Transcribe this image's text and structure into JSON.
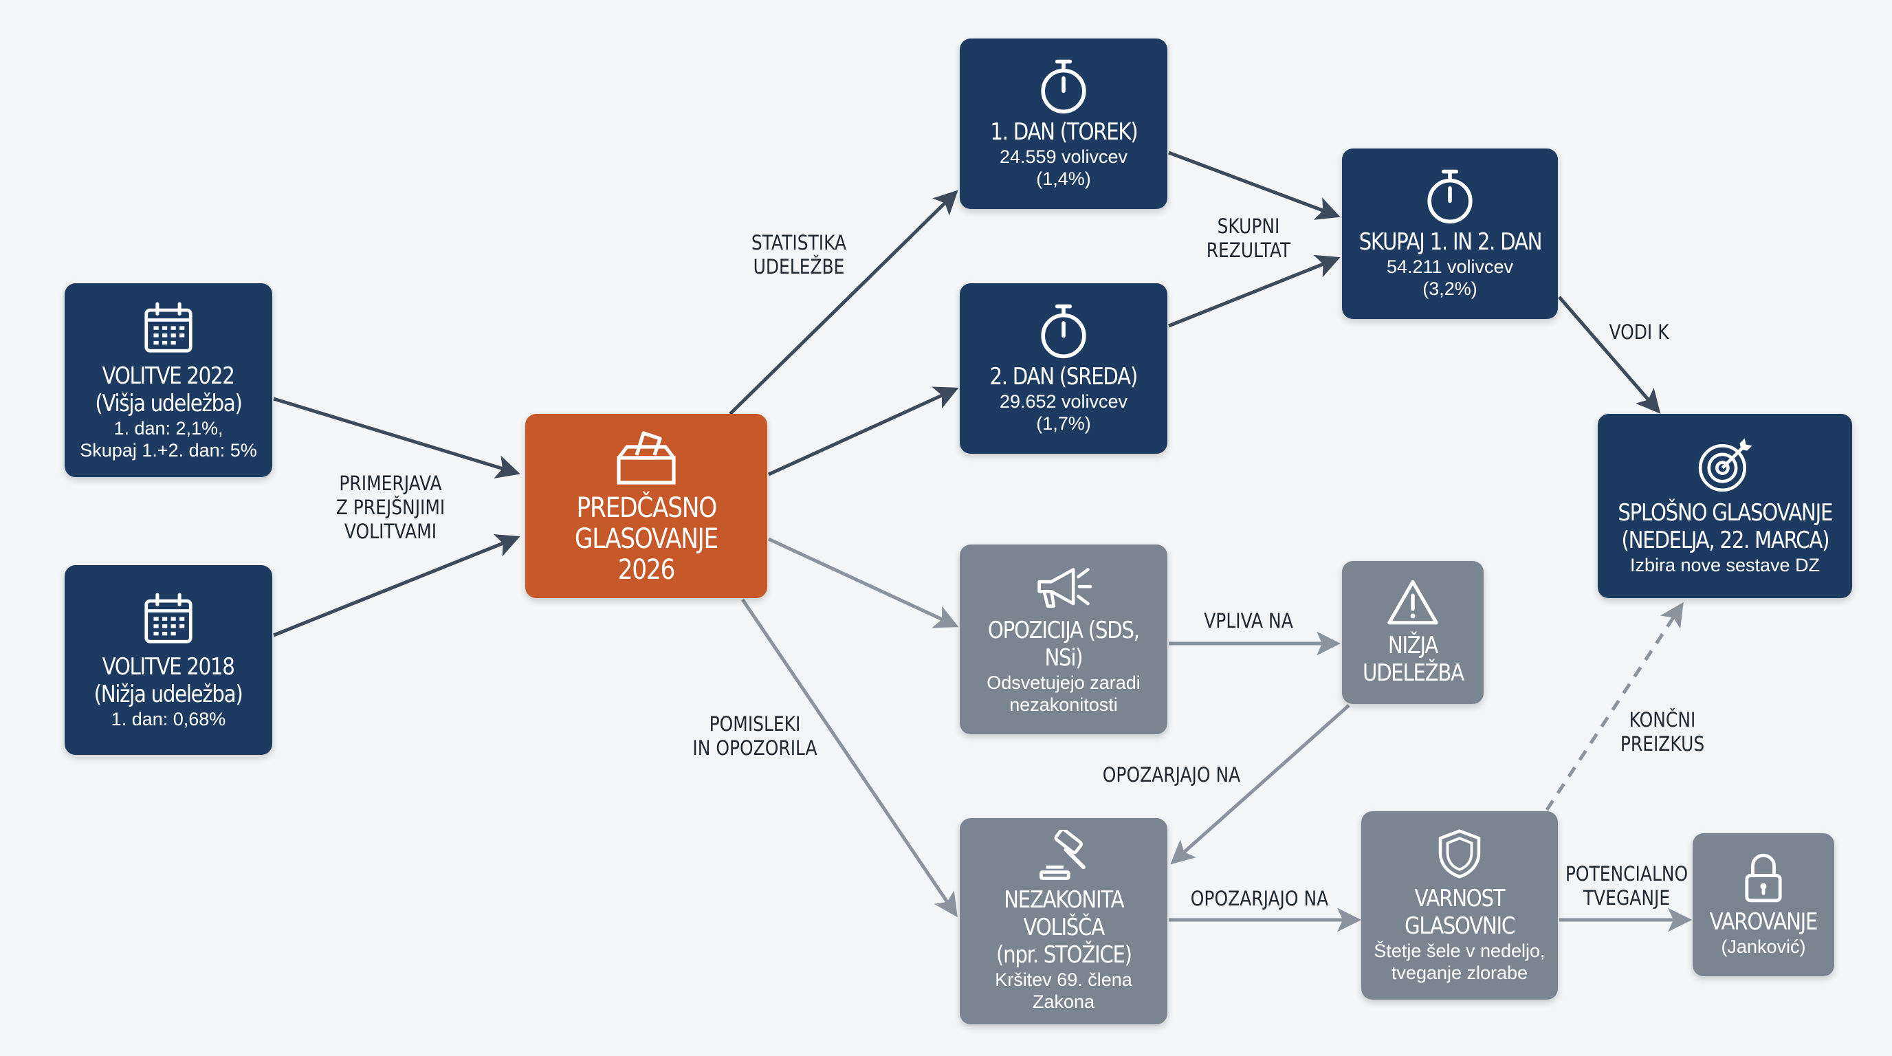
{
  "nodes": {
    "volitve_2022": {
      "title": "VOLITVE 2022",
      "subtitle": "(Višja udeležba)",
      "line1": "1. dan: 2,1%,",
      "line2": "Skupaj 1.+2. dan: 5%",
      "icon": "calendar-icon"
    },
    "volitve_2018": {
      "title": "VOLITVE 2018",
      "subtitle": "(Nižja udeležba)",
      "line1": "1. dan: 0,68%",
      "icon": "calendar-icon"
    },
    "predcasno": {
      "line1": "PREDČASNO",
      "line2": "GLASOVANJE",
      "line3": "2026",
      "icon": "ballot-box-icon"
    },
    "dan1": {
      "title": "1. DAN (TOREK)",
      "line1": "24.559 volivcev",
      "line2": "(1,4%)",
      "icon": "stopwatch-icon"
    },
    "dan2": {
      "title": "2. DAN (SREDA)",
      "line1": "29.652 volivcev",
      "line2": "(1,7%)",
      "icon": "stopwatch-icon"
    },
    "skupaj": {
      "title": "SKUPAJ 1. IN 2. DAN",
      "line1": "54.211 volivcev",
      "line2": "(3,2%)",
      "icon": "stopwatch-icon"
    },
    "splosno": {
      "line1": "SPLOŠNO GLASOVANJE",
      "line2": "(NEDELJA, 22. MARCA)",
      "sub": "Izbira nove sestave DZ",
      "icon": "target-icon"
    },
    "opozicija": {
      "line1": "OPOZICIJA (SDS,",
      "line2": "NSi)",
      "sub1": "Odsvetujejo zaradi",
      "sub2": "nezakonitosti",
      "icon": "megaphone-icon"
    },
    "nizja": {
      "line1": "NIŽJA",
      "line2": "UDELEŽBA",
      "icon": "warning-icon"
    },
    "nezakonita": {
      "line1": "NEZAKONITA",
      "line2": "VOLIŠČA",
      "line3": "(npr. STOŽICE)",
      "sub1": "Kršitev 69. člena",
      "sub2": "Zakona",
      "icon": "gavel-icon"
    },
    "varnost": {
      "line1": "VARNOST",
      "line2": "GLASOVNIC",
      "sub1": "Štetje šele v nedeljo,",
      "sub2": "tveganje zlorabe",
      "icon": "shield-icon"
    },
    "varovanje": {
      "title": "VAROVANJE",
      "sub": "(Janković)",
      "icon": "padlock-icon"
    }
  },
  "edge_labels": {
    "primerjava": [
      "PRIMERJAVA",
      "Z PREJŠNJIMI",
      "VOLITVAMI"
    ],
    "statistika": [
      "STATISTIKA",
      "UDELEŽBE"
    ],
    "skupni": [
      "SKUPNI",
      "REZULTAT"
    ],
    "vodi_k": "VODI K",
    "vpliva_na": "VPLIVA NA",
    "pomisleki": [
      "POMISLEKI",
      "IN OPOZORILA"
    ],
    "opozarjajo_1": "OPOZARJAJO NA",
    "opozarjajo_2": "OPOZARJAJO NA",
    "koncni": [
      "KONČNI",
      "PREIZKUS"
    ],
    "potencialno": [
      "POTENCIALNO",
      "TVEGANJE"
    ]
  },
  "colors": {
    "navy": "#1d3a60",
    "gray": "#7b8591",
    "orange": "#c6582a",
    "arrow_dark": "#3d4a5c",
    "arrow_light": "#8a939e"
  }
}
